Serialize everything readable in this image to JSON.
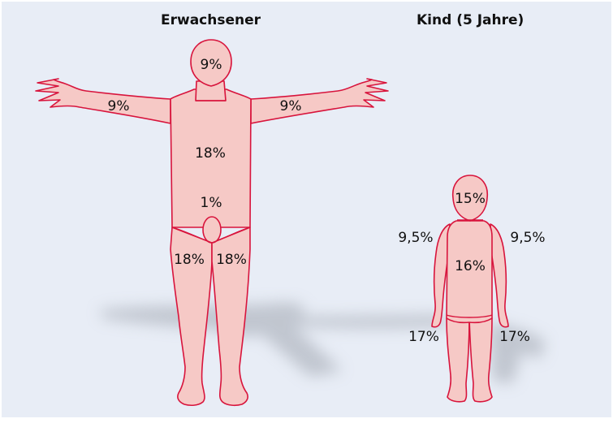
{
  "adult": {
    "title": "Erwachsener",
    "head": "9%",
    "arm_left": "9%",
    "arm_right": "9%",
    "torso": "18%",
    "genital": "1%",
    "leg_left": "18%",
    "leg_right": "18%"
  },
  "child": {
    "title": "Kind (5 Jahre)",
    "head": "15%",
    "arm_left": "9,5%",
    "arm_right": "9,5%",
    "torso": "16%",
    "leg_left": "17%",
    "leg_right": "17%"
  },
  "colors": {
    "background": "#e8edf6",
    "body_fill": "#f6c9c6",
    "body_outline": "#d8143c",
    "shadow": "#b4b9c3"
  }
}
